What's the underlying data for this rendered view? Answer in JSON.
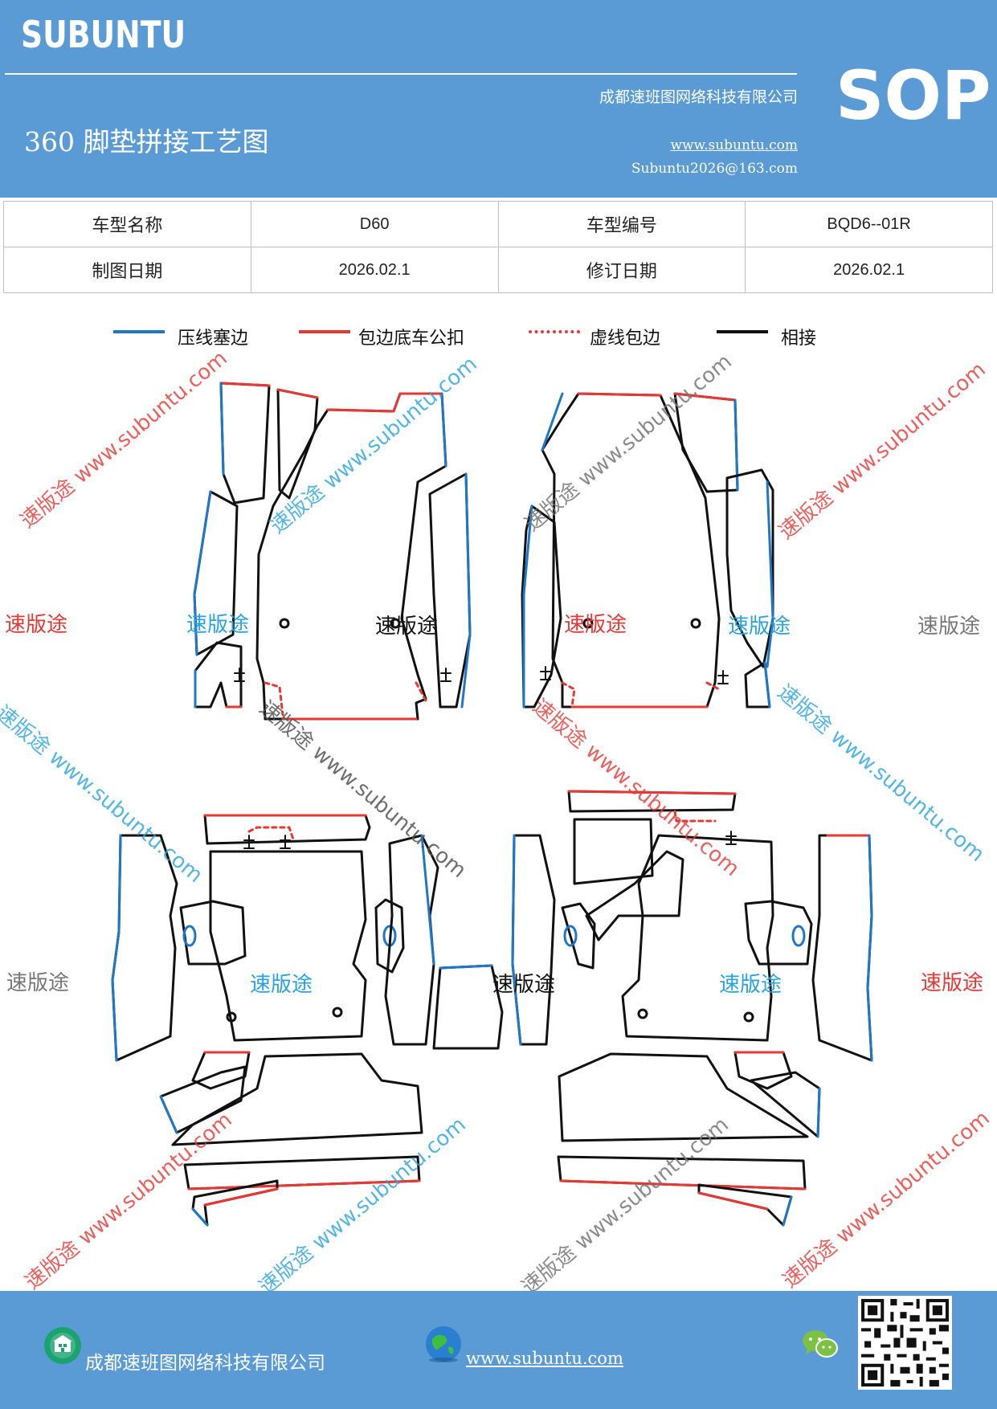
{
  "header": {
    "brand": "SUBUNTU",
    "company": "成都速班图网络科技有限公司",
    "title": "360 脚垫拼接工艺图",
    "website": "www.subuntu.com",
    "email": "Subuntu2026@163.com",
    "badge": "SOP",
    "background_color": "#5b9bd5"
  },
  "info_table": {
    "rows": [
      {
        "label1": "车型名称",
        "value1": "D60",
        "label2": "车型编号",
        "value2": "BQD6--01R"
      },
      {
        "label1": "制图日期",
        "value1": "2026.02.1",
        "label2": "修订日期",
        "value2": "2026.02.1"
      }
    ]
  },
  "legend": [
    {
      "label": "压线塞边",
      "style": "solid",
      "color": "#1f77c8"
    },
    {
      "label": "包边底车公扣",
      "style": "solid",
      "color": "#e53935"
    },
    {
      "label": "虚线包边",
      "style": "dotted",
      "color": "#e53935"
    },
    {
      "label": "相接",
      "style": "solid",
      "color": "#111111"
    }
  ],
  "watermarks": {
    "brand_cn": "速版途",
    "diagonal": "速版途 www.subuntu.com",
    "colors": {
      "red": "#e53935",
      "blue": "#29a3e0",
      "gray": "#777777"
    }
  },
  "footer": {
    "company": "成都速班图网络科技有限公司",
    "website": "www.subuntu.com",
    "icons": [
      "building-icon",
      "globe-icon",
      "wechat-icon",
      "qr-code"
    ]
  }
}
